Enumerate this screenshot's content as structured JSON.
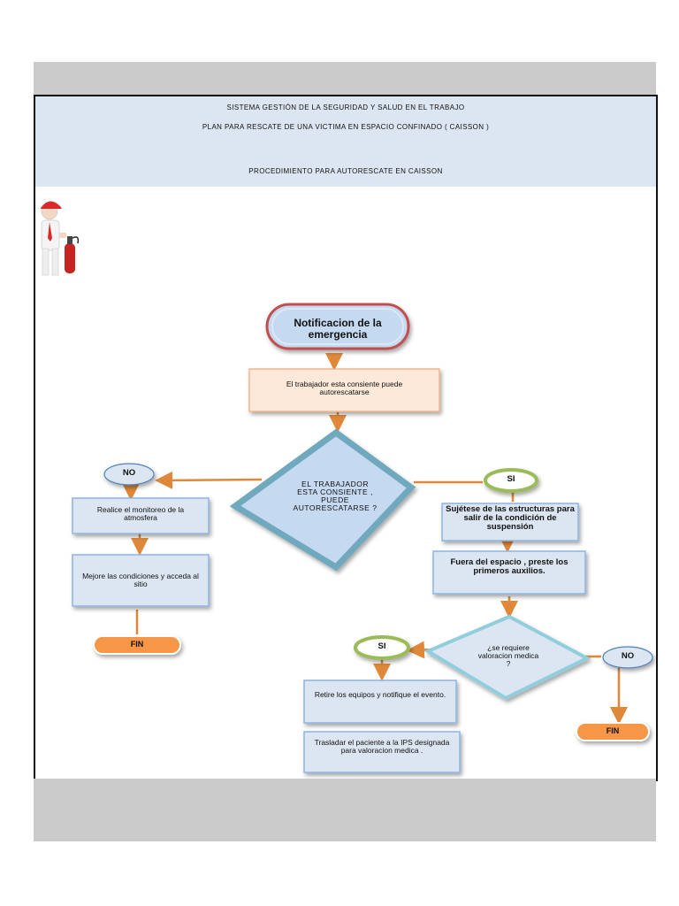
{
  "header": {
    "line1": "SISTEMA GESTIÓN DE LA SEGURIDAD Y SALUD EN EL TRABAJO",
    "line2": "PLAN PARA RESCATE DE UNA VICTIMA EN ESPACIO CONFINADO ( CAISSON )",
    "line3": "PROCEDIMIENTO PARA AUTORESCATE EN CAISSON"
  },
  "flow": {
    "start": "Notificacion de la emergencia",
    "step1": "El trabajador esta consiente puede autorescatarse",
    "decision1": "EL TRABAJADOR ESTA CONSIENTE , PUEDE AUTORESCATARSE ?",
    "no1": "NO",
    "yes1": "SI",
    "left1": "Realice el monitoreo de la atmosfera",
    "left2": "Mejore las condiciones y acceda al sitio",
    "end_left": "FIN",
    "right1": "Sujétese de las estructuras para salir de la condición de suspensión",
    "right2": "Fuera del espacio , preste los primeros auxilios.",
    "decision2": "¿se requiere valoracion medica ?",
    "yes2": "SI",
    "no2": "NO",
    "bottom1": "Retire los equipos y notifique el evento.",
    "bottom2": "Trasladar el paciente a la IPS designada para valoracion medica .",
    "end_right": "FIN"
  },
  "colors": {
    "header_bg": "#dce6f2",
    "box_fill": "#dce6f2",
    "box_border": "#8db3e2",
    "diamond_fill": "#c5d9f1",
    "diamond_border": "#6fa8bd",
    "arrow": "#e0883a",
    "end_fill": "#f79646",
    "yes_border": "#9bbb59",
    "gray_band": "#cbcbcb"
  },
  "icon": "firefighter-with-extinguisher-icon"
}
